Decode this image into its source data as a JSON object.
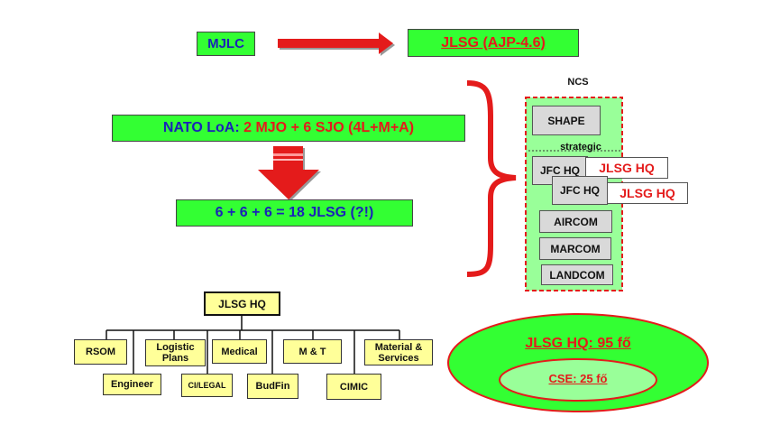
{
  "top": {
    "left_label": "MJLC",
    "right_label": "JLSG (AJP-4.6)"
  },
  "nato_loa": {
    "prefix": "NATO LoA:",
    "text": " 2 MJO + 6 SJO (4L+M+A)"
  },
  "result": {
    "text": "6 + 6 + 6 = 18 JLSG (?!)"
  },
  "ncs": {
    "label": "NCS",
    "strategic_label": "strategic",
    "shape": "SHAPE",
    "jfc_hq_1": "JFC HQ",
    "jfc_hq_2": "JFC HQ",
    "jlsg_hq_1": "JLSG HQ",
    "jlsg_hq_2": "JLSG HQ",
    "aircom": "AIRCOM",
    "marcom": "MARCOM",
    "landcom": "LANDCOM"
  },
  "org_chart": {
    "root": "JLSG HQ",
    "units": {
      "rsom": "RSOM",
      "engineer": "Engineer",
      "logistic_plans": "Logistic Plans",
      "ci_legal": "CI/LEGAL",
      "medical": "Medical",
      "budfin": "BudFin",
      "m_and_t": "M & T",
      "cimic": "CIMIC",
      "material_services": "Material & Services"
    }
  },
  "ellipse": {
    "outer_label": "JLSG HQ: 95 fő",
    "inner_label": "CSE: 25 fő"
  },
  "colors": {
    "green": "#33ff33",
    "light_green": "#99ff99",
    "red": "#e41b1b",
    "blue": "#1a23b8",
    "yellow": "#ffff99",
    "grey": "#d9d9d9"
  }
}
